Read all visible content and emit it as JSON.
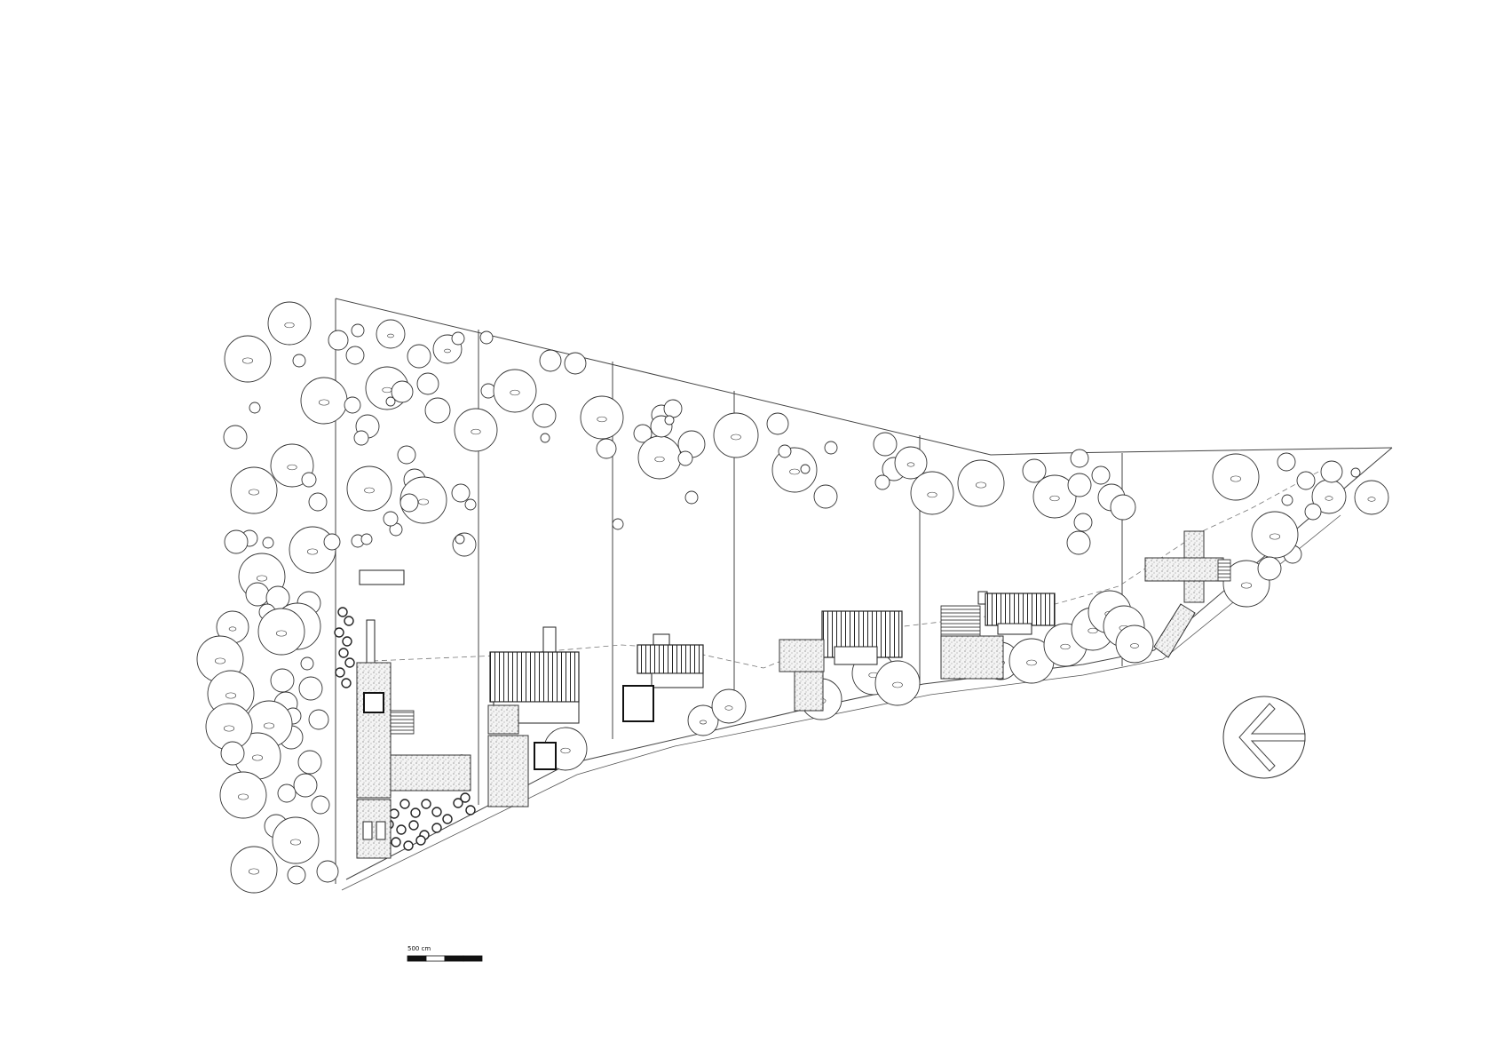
{
  "drawing": {
    "type": "site plan",
    "scale_bar": {
      "label": "500 cm",
      "segments": 4
    },
    "north_arrow": {
      "icon": "north-arrow-icon",
      "direction": "left"
    },
    "houses": 6,
    "colors": {
      "line": "#333333",
      "background": "#ffffff"
    }
  }
}
